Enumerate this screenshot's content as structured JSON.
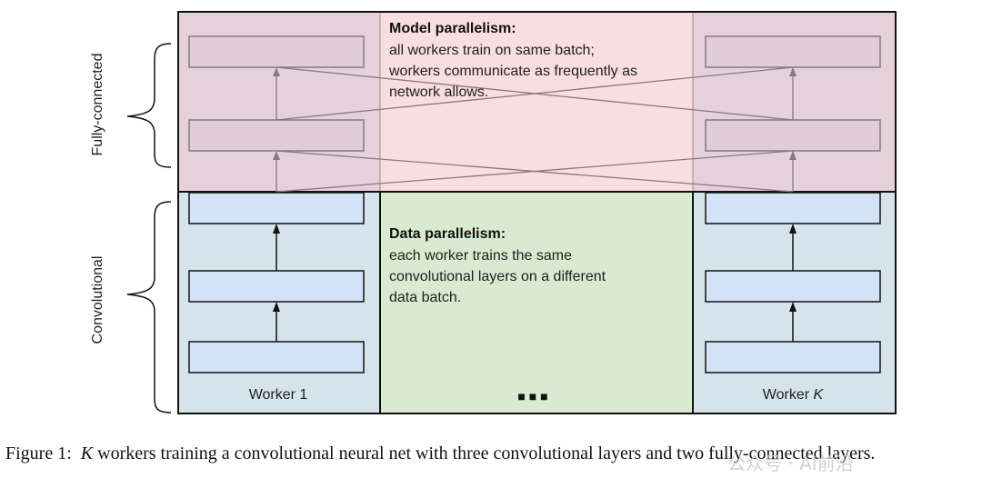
{
  "sections": {
    "fully_connected": "Fully-connected",
    "convolutional": "Convolutional"
  },
  "model_parallelism": {
    "heading": "Model parallelism:",
    "lines": [
      "all workers train on same batch;",
      "workers communicate as frequently as",
      "network allows."
    ]
  },
  "data_parallelism": {
    "heading": "Data parallelism:",
    "lines": [
      "each worker trains the same",
      "convolutional layers on a different",
      "data batch."
    ]
  },
  "workers": {
    "first_prefix": "Worker 1",
    "last_prefix": "Worker ",
    "last_var": "K",
    "ellipsis": "■ ■ ■"
  },
  "caption": {
    "label": "Figure 1:",
    "var": "K",
    "text": " workers training a convolutional neural net with three convolutional layers and two fully-connected layers."
  },
  "watermark": "公众号 · AI前沿",
  "colors": {
    "fc_band": "#f8dede",
    "fc_worker_col": "#e5d1d9",
    "conv_worker_col": "#d5e4ea",
    "data_middle": "#d8ead0",
    "layer_box": "#d4e2f7",
    "fc_layer_box": "#e1cdd6"
  }
}
